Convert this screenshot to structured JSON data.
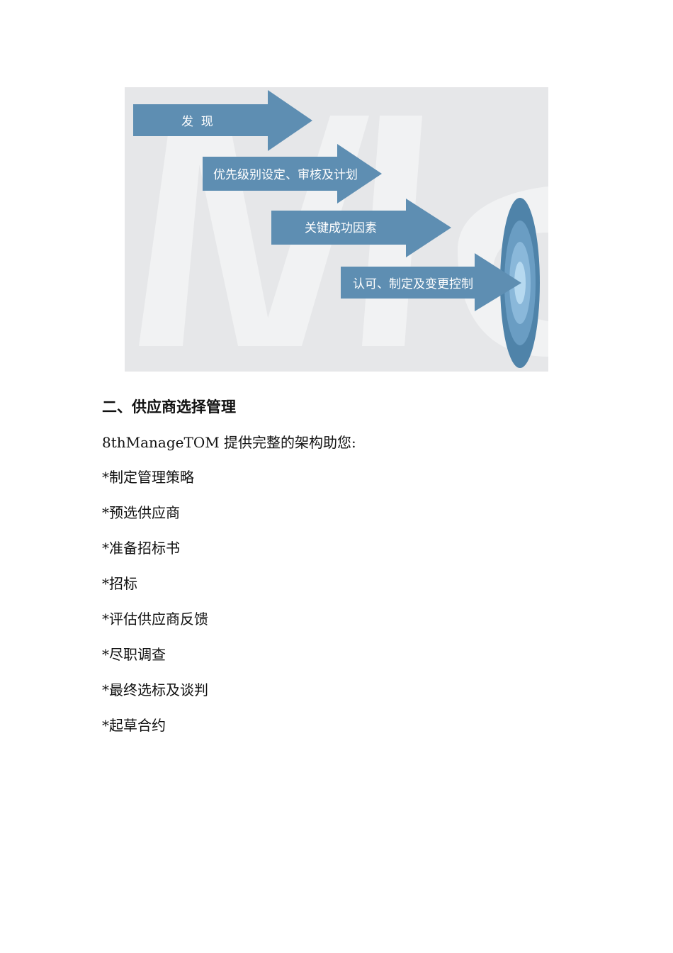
{
  "figure": {
    "arrows": [
      {
        "label": "发  现"
      },
      {
        "label": "优先级别设定、审核及计划"
      },
      {
        "label": "关键成功因素"
      },
      {
        "label": "认可、制定及变更控制"
      }
    ],
    "colors": {
      "background": "#e6e7e9",
      "watermark": "#f1f2f3",
      "arrow": "#5e8eb2",
      "target_outer": "#4f83a9",
      "target_ring2": "#6a9dc3",
      "target_ring3": "#8ab8da",
      "target_center": "#b6d9f0"
    },
    "icon": "target-icon"
  },
  "section": {
    "heading": "二、供应商选择管理",
    "intro": "8thManageTOM 提供完整的架构助您:",
    "items": [
      "*制定管理策略",
      "*预选供应商",
      "*准备招标书",
      "*招标",
      "*评估供应商反馈",
      "*尽职调查",
      "*最终选标及谈判",
      "*起草合约"
    ]
  }
}
